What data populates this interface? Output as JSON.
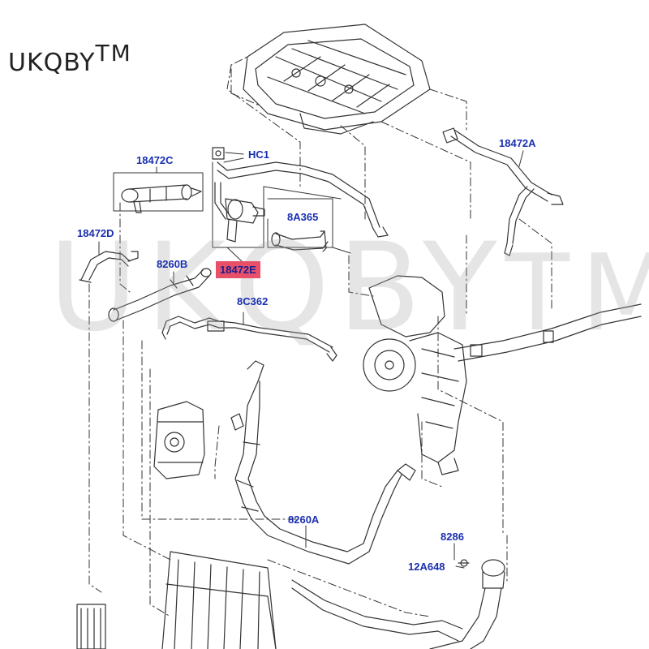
{
  "brand": {
    "name": "UKQBY",
    "mark": "TM"
  },
  "colors": {
    "callout": "#1a2fb0",
    "highlight_bg": "#e8506a",
    "line": "#333333"
  },
  "callouts": {
    "c18472A": "18472A",
    "c18472C": "18472C",
    "cHC1": "HC1",
    "c8A365": "8A365",
    "c18472D": "18472D",
    "c8260B": "8260B",
    "c18472E": "18472E",
    "c8C362": "8C362",
    "c8260A": "8260A",
    "c8286": "8286",
    "c12A648": "12A648"
  }
}
